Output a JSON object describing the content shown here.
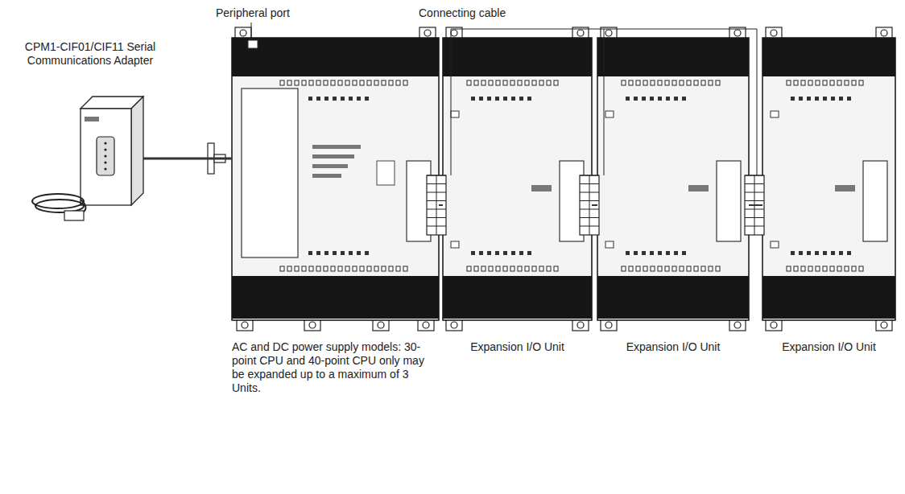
{
  "diagram": {
    "nodes": [
      {
        "text": [
          "CPM1-CIF01/CIF11 Serial Communications Adapter"
        ]
      },
      {
        "text": [
          "AC and DC power supply models: 30-point CPU and 40-point CPU only may be expanded up to a maximum of 3 Units."
        ]
      },
      {
        "text": [
          "Expansion I/O Unit"
        ]
      },
      {
        "text": [
          "Expansion I/O Unit"
        ]
      },
      {
        "text": [
          "Expansion I/O Unit"
        ]
      }
    ],
    "edges": [
      {
        "from": 0,
        "to": 1,
        "arrow": "none"
      },
      {
        "from": 1,
        "to": 2,
        "arrow": "none"
      },
      {
        "from": 2,
        "to": 3,
        "arrow": "none"
      },
      {
        "from": 3,
        "to": 4,
        "arrow": "none"
      }
    ],
    "labels": [
      "Peripheral port",
      "Connecting cable"
    ]
  }
}
